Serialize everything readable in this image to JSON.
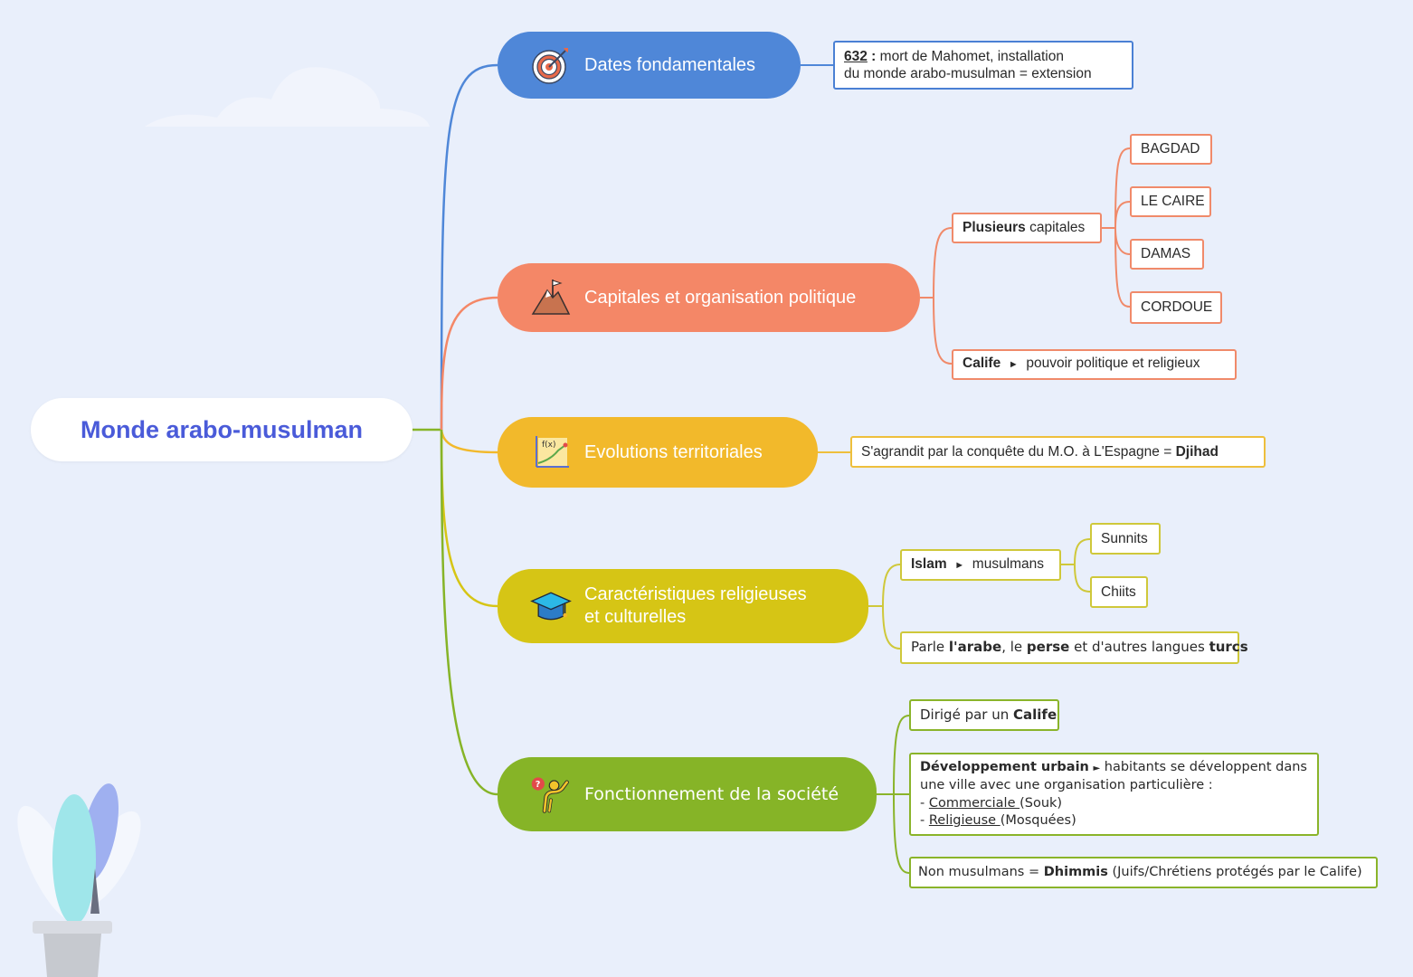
{
  "root": {
    "title": "Monde arabo-musulman"
  },
  "branches": {
    "dates": {
      "title": "Dates fondamentales",
      "color": "#4f87d8",
      "icon": "target-icon"
    },
    "capitales": {
      "title": "Capitales et organisation politique",
      "color": "#f48767",
      "icon": "mountain-flag-icon"
    },
    "evolutions": {
      "title": "Evolutions territoriales",
      "color": "#f2b92b",
      "icon": "function-graph-icon"
    },
    "religion": {
      "title_line1": "Caractéristiques religieuses",
      "title_line2": "et culturelles",
      "color": "#d6c515",
      "icon": "graduation-cap-icon"
    },
    "societe": {
      "title": "Fonctionnement de la société",
      "color": "#86b427",
      "icon": "person-question-icon"
    }
  },
  "dates": {
    "note": {
      "year": "632",
      "sep": " : ",
      "text1": "mort de Mahomet, installation",
      "text2": "du monde arabo-musulman = extension"
    }
  },
  "capitales": {
    "plusieurs": {
      "bold": "Plusieurs",
      "rest": " capitales"
    },
    "cities": [
      "BAGDAD",
      "LE CAIRE",
      "DAMAS",
      "CORDOUE"
    ],
    "calife": {
      "bold": "Calife",
      "arrow": "►",
      "rest": "pouvoir politique et religieux"
    }
  },
  "evolutions": {
    "note": {
      "text": "S'agrandit par la conquête du M.O. à L'Espagne = ",
      "bold": "Djihad"
    }
  },
  "religion": {
    "islam": {
      "bold": "Islam",
      "arrow": "►",
      "rest": "musulmans"
    },
    "branches": [
      "Sunnits",
      "Chiits"
    ],
    "langues": {
      "t1": "Parle ",
      "b1": "l'arabe",
      "t2": ", le ",
      "b2": "perse",
      "t3": " et d'autres langues ",
      "b3": "turcs"
    }
  },
  "societe": {
    "dirige": {
      "text": "Dirigé par un ",
      "bold": "Calife"
    },
    "urbain": {
      "bold": "Développement urbain",
      "arrow": "►",
      "rest": "habitants se développent dans",
      "line2": "une ville avec une organisation particulière :",
      "item1_prefix": "- ",
      "item1_u": "Commerciale ",
      "item1_rest": "(Souk)",
      "item2_prefix": "- ",
      "item2_u": "Religieuse ",
      "item2_rest": "(Mosquées)"
    },
    "dhimmis": {
      "text": "Non musulmans = ",
      "bold": "Dhimmis",
      "rest": " (Juifs/Chrétiens protégés par le Calife)"
    }
  }
}
